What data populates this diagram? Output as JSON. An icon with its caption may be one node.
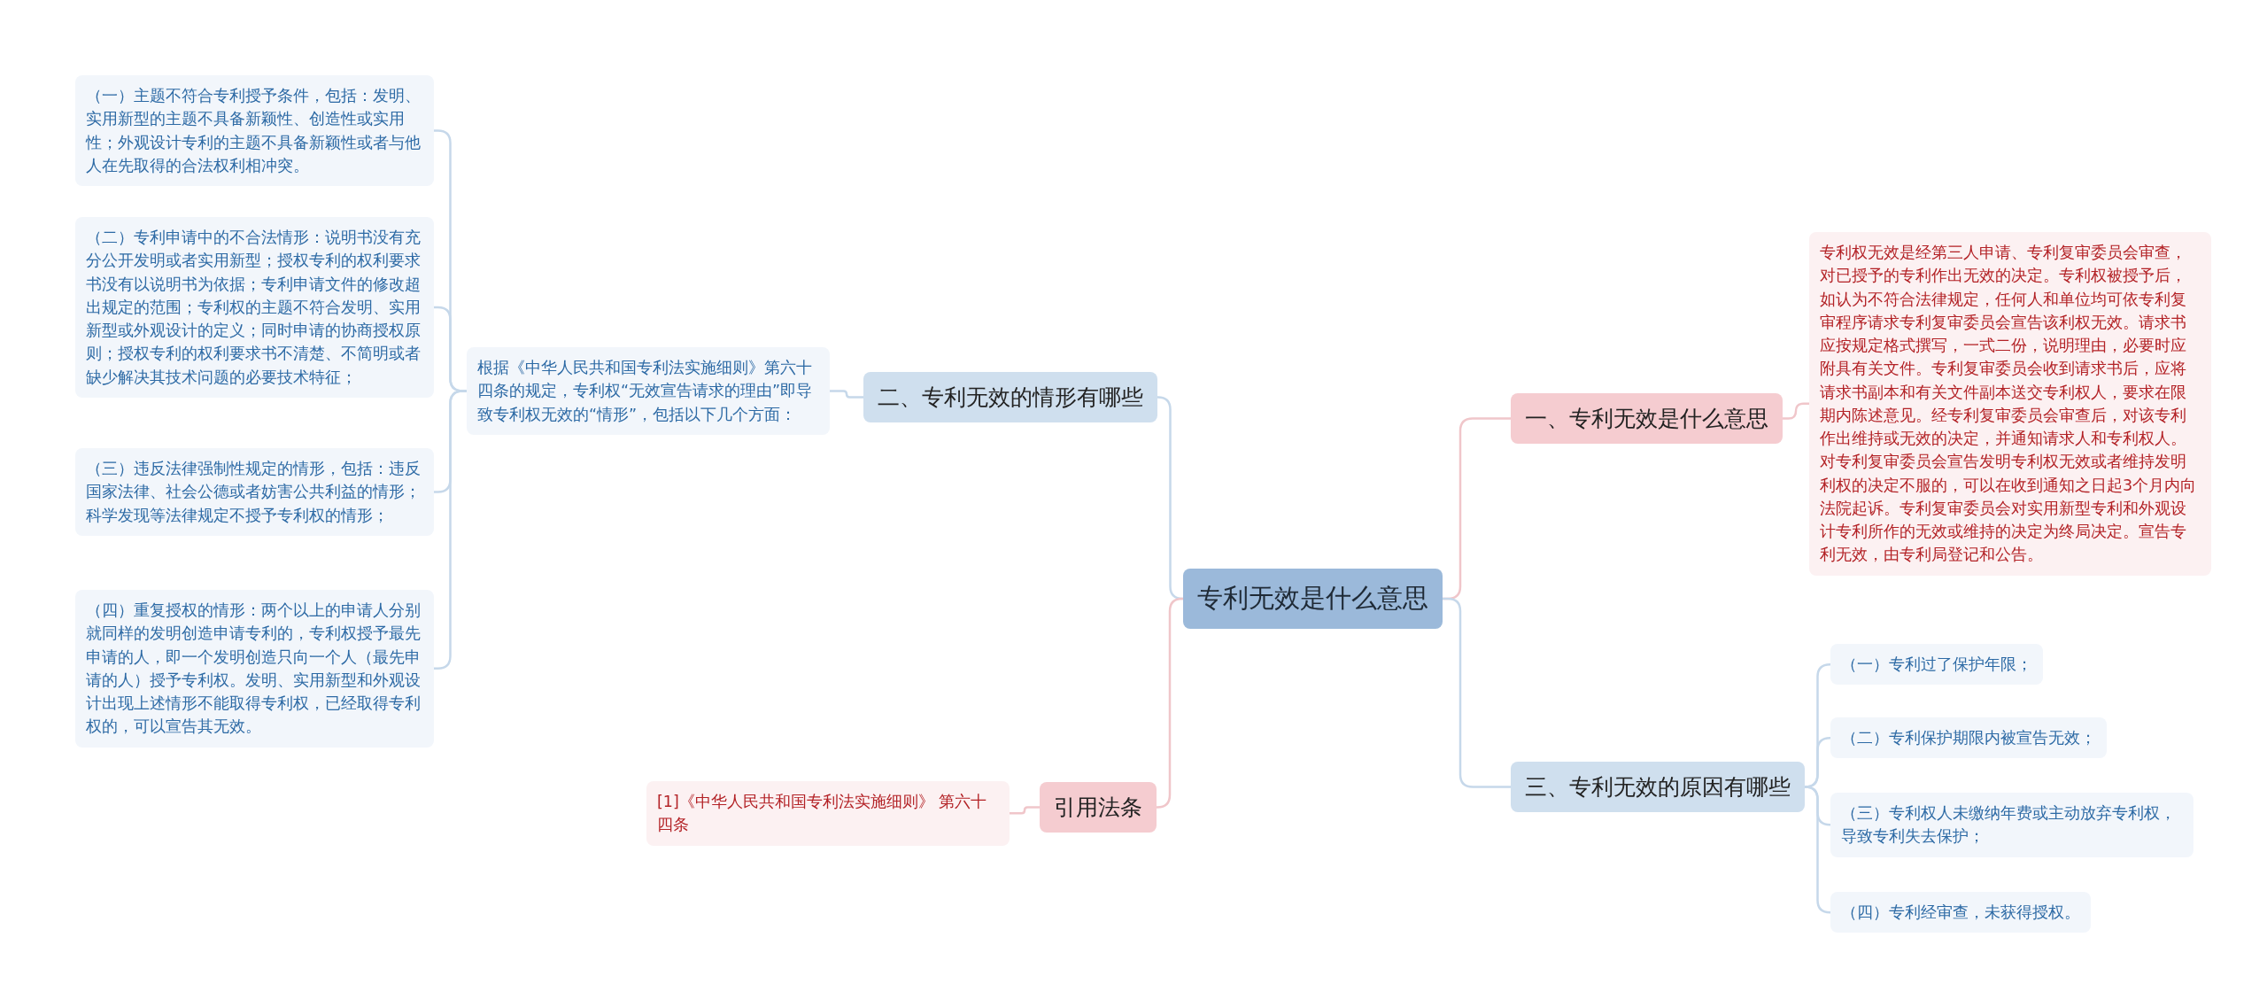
{
  "diagram": {
    "nodes": [
      {
        "text": [
          "专利无效是什么意思"
        ]
      },
      {
        "text": [
          "二、专利无效的情形有哪些"
        ]
      },
      {
        "text": [
          "根据《中华人民共和国专利法实施细则》第六十四条的规定，专利权“无效宣告请求的理由”即导致专利权无效的“情形”，包括以下几个方面："
        ]
      },
      {
        "text": [
          "（一）主题不符合专利授予条件，包括：发明、实用新型的主题不具备新颖性、创造性或实用性；外观设计专利的主题不具备新颖性或者与他人在先取得的合法权利相冲突。"
        ]
      },
      {
        "text": [
          "（二）专利申请中的不合法情形：说明书没有充分公开发明或者实用新型；授权专利的权利要求书没有以说明书为依据；专利申请文件的修改超出规定的范围；专利权的主题不符合发明、实用新型或外观设计的定义；同时申请的协商授权原则；授权专利的权利要求书不清楚、不简明或者缺少解决其技术问题的必要技术特征；"
        ]
      },
      {
        "text": [
          "（三）违反法律强制性规定的情形，包括：违反国家法律、社会公德或者妨害公共利益的情形；科学发现等法律规定不授予专利权的情形；"
        ]
      },
      {
        "text": [
          "（四）重复授权的情形：两个以上的申请人分别就同样的发明创造申请专利的，专利权授予最先申请的人，即一个发明创造只向一个人（最先申请的人）授予专利权。发明、实用新型和外观设计出现上述情形不能取得专利权，已经取得专利权的，可以宣告其无效。"
        ]
      },
      {
        "text": [
          "引用法条"
        ]
      },
      {
        "text": [
          "[1]《中华人民共和国专利法实施细则》 第六十四条"
        ]
      },
      {
        "text": [
          "一、专利无效是什么意思"
        ]
      },
      {
        "text": [
          "专利权无效是经第三人申请、专利复审委员会审查，对已授予的专利作出无效的决定。专利权被授予后，如认为不符合法律规定，任何人和单位均可依专利复审程序请求专利复审委员会宣告该利权无效。请求书应按规定格式撰写，一式二份，说明理由，必要时应附具有关文件。专利复审委员会收到请求书后，应将请求书副本和有关文件副本送交专利权人，要求在限期内陈述意见。经专利复审委员会审查后，对该专利作出维持或无效的决定，并通知请求人和专利权人。对专利复审委员会宣告发明专利权无效或者维持发明利权的决定不服的，可以在收到通知之日起3个月内向法院起诉。专利复审委员会对实用新型专利和外观设计专利所作的无效或维持的决定为终局决定。宣告专利无效，由专利局登记和公告。"
        ]
      },
      {
        "text": [
          "三、专利无效的原因有哪些"
        ]
      },
      {
        "text": [
          "（一）专利过了保护年限；"
        ]
      },
      {
        "text": [
          "（二）专利保护期限内被宣告无效；"
        ]
      },
      {
        "text": [
          "（三）专利权人未缴纳年费或主动放弃专利权，导致专利失去保护；"
        ]
      },
      {
        "text": [
          "（四）专利经审查，未获得授权。"
        ]
      }
    ],
    "edges": [
      {
        "from": 0,
        "to": 1,
        "arrow": "none"
      },
      {
        "from": 1,
        "to": 2,
        "arrow": "none"
      },
      {
        "from": 2,
        "to": 3,
        "arrow": "none"
      },
      {
        "from": 2,
        "to": 4,
        "arrow": "none"
      },
      {
        "from": 2,
        "to": 5,
        "arrow": "none"
      },
      {
        "from": 2,
        "to": 6,
        "arrow": "none"
      },
      {
        "from": 0,
        "to": 7,
        "arrow": "none",
        "color": "#f0c6ca"
      },
      {
        "from": 7,
        "to": 8,
        "arrow": "none",
        "color": "#f0c6ca"
      },
      {
        "from": 0,
        "to": 9,
        "arrow": "none",
        "color": "#f0c6ca"
      },
      {
        "from": 9,
        "to": 10,
        "arrow": "none",
        "color": "#f0c6ca"
      },
      {
        "from": 0,
        "to": 11,
        "arrow": "none"
      },
      {
        "from": 11,
        "to": 12,
        "arrow": "none"
      },
      {
        "from": 11,
        "to": 13,
        "arrow": "none"
      },
      {
        "from": 11,
        "to": 14,
        "arrow": "none"
      },
      {
        "from": 11,
        "to": 15,
        "arrow": "none"
      }
    ]
  }
}
